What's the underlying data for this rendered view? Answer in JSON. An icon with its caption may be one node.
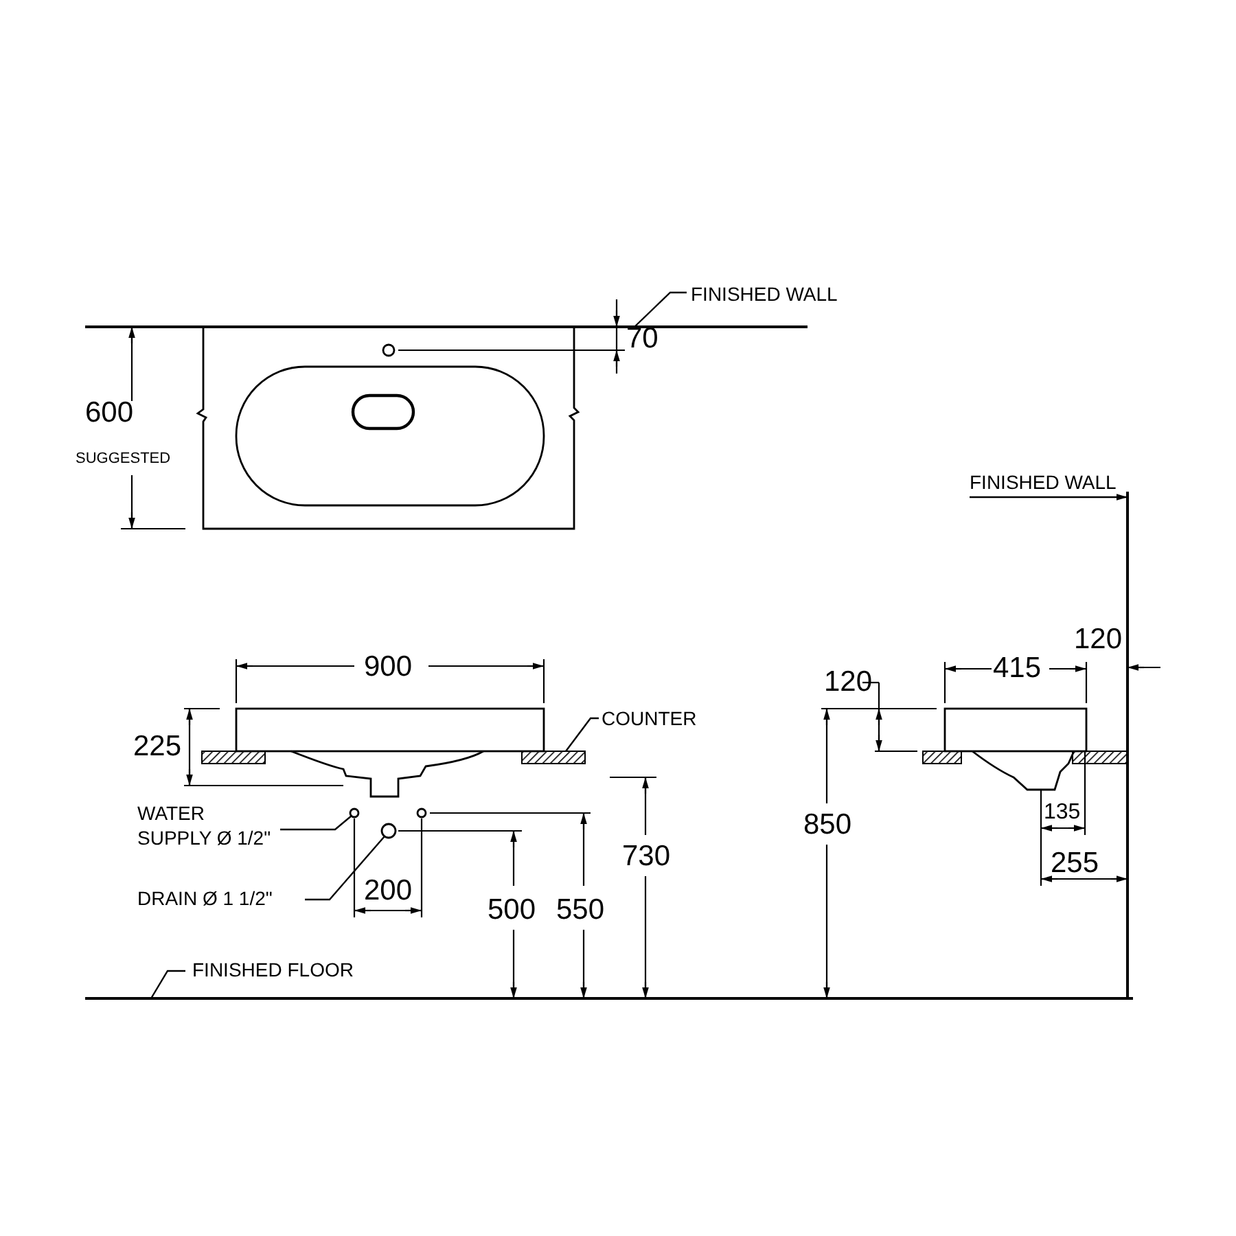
{
  "diagram": {
    "nodes": [
      {
        "text": [
          "FINISHED WALL"
        ]
      },
      {
        "text": [],
        "shape": "bar"
      },
      {
        "text": [
          "COUNTER"
        ]
      },
      {
        "text": [],
        "shape": "box"
      },
      {
        "text": [
          "WATER SUPPLY Ø 1/2\""
        ]
      },
      {
        "text": [],
        "shape": "circle"
      },
      {
        "text": [
          "DRAIN Ø 1 1/2\""
        ]
      },
      {
        "text": [],
        "shape": "circle"
      },
      {
        "text": [
          "FINISHED FLOOR"
        ]
      },
      {
        "text": [],
        "shape": "bar"
      },
      {
        "text": [
          "FINISHED WALL"
        ]
      },
      {
        "text": [],
        "shape": "bar"
      }
    ],
    "edges": [
      {
        "from": 0,
        "to": 1,
        "arrow": "none"
      },
      {
        "from": 2,
        "to": 3,
        "arrow": "none"
      },
      {
        "from": 4,
        "to": 5,
        "arrow": "none"
      },
      {
        "from": 6,
        "to": 7,
        "arrow": "none"
      },
      {
        "from": 8,
        "to": 9,
        "arrow": "none"
      },
      {
        "from": 10,
        "to": 11,
        "arrow": "to"
      }
    ],
    "labels": [
      "70",
      "600",
      "SUGGESTED",
      "900",
      "415",
      "120",
      "120",
      "225",
      "850",
      "730",
      "135",
      "200",
      "255",
      "500",
      "550"
    ]
  }
}
